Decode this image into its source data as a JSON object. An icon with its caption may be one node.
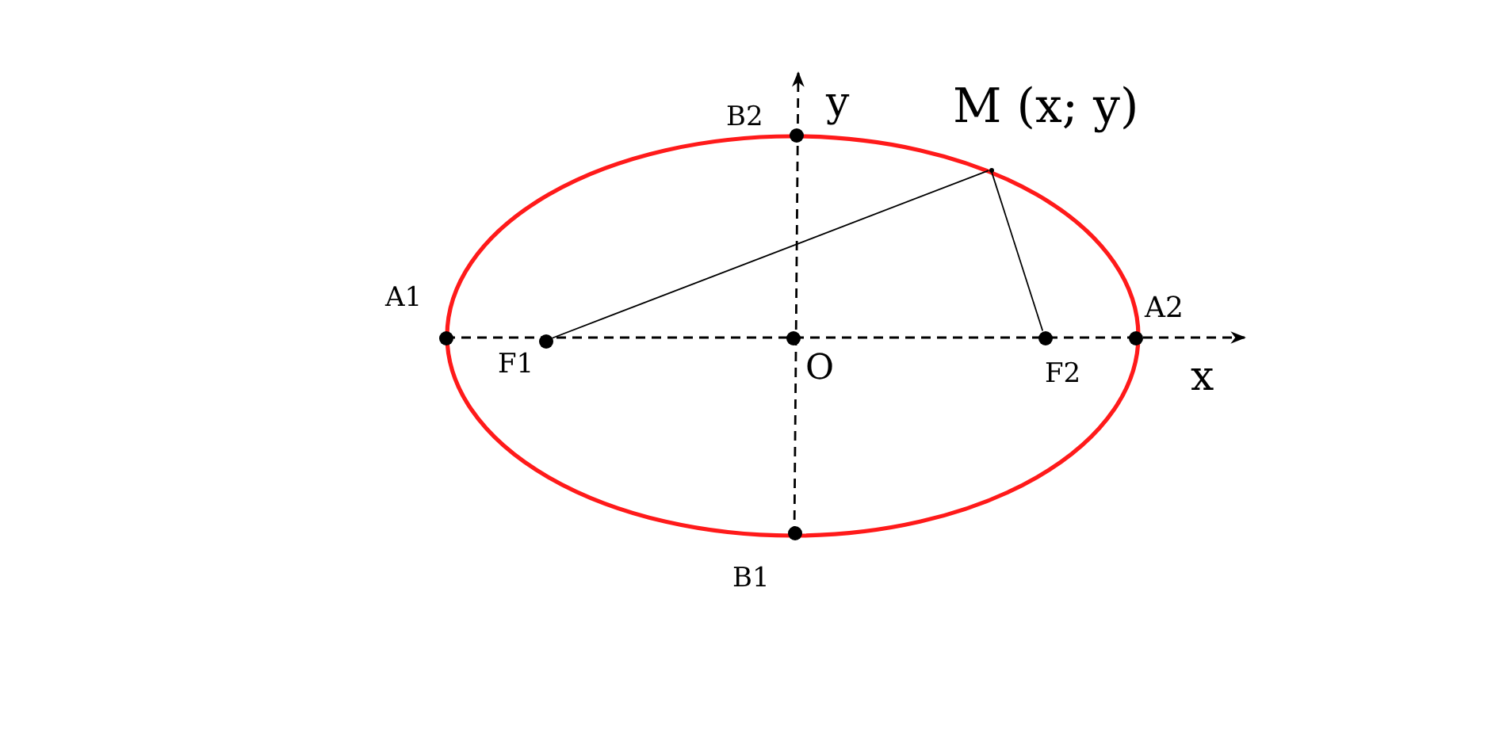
{
  "diagram": {
    "nodes": [
      {
        "text": [],
        "shape": "circle",
        "beside": [
          "B2"
        ]
      },
      {
        "text": [],
        "shape": "circle",
        "beside": [
          "M (x; y)"
        ]
      },
      {
        "text": [],
        "shape": "circle",
        "beside": [
          "A1"
        ]
      },
      {
        "text": [],
        "shape": "circle",
        "beside": [
          "A2"
        ]
      },
      {
        "text": [],
        "shape": "circle",
        "beside": [
          "F1"
        ]
      },
      {
        "text": [],
        "shape": "circle",
        "beside": [
          "O"
        ]
      },
      {
        "text": [],
        "shape": "circle",
        "beside": [
          "F2"
        ]
      },
      {
        "text": [],
        "shape": "circle",
        "beside": [
          "B1"
        ]
      }
    ],
    "edges": [
      {
        "from": 4,
        "to": 1,
        "arrow": "none"
      },
      {
        "from": 6,
        "to": 1,
        "arrow": "none"
      }
    ],
    "labels": [
      "y",
      "x"
    ]
  }
}
